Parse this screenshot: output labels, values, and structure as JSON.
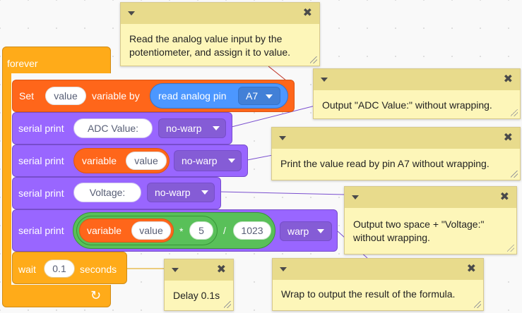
{
  "forever_block": {
    "label": "forever"
  },
  "set_block": {
    "set_label": "Set",
    "variable_name": "value",
    "variable_by_label": "variable by",
    "read_label": "read analog pin",
    "pin_value": "A7"
  },
  "serial_print_1": {
    "label": "serial print",
    "text_value": "ADC Value:",
    "mode": "no-warp"
  },
  "serial_print_2": {
    "label": "serial print",
    "variable_label": "variable",
    "variable_name": "value",
    "mode": "no-warp"
  },
  "serial_print_3": {
    "label": "serial print",
    "text_value": "Voltage:",
    "mode": "no-warp"
  },
  "serial_print_4": {
    "label": "serial print",
    "variable_label": "variable",
    "variable_name": "value",
    "times_op": "*",
    "multiplier": "5",
    "divide_op": "/",
    "divisor": "1023",
    "mode": "warp"
  },
  "wait_block": {
    "label": "wait",
    "value": "0.1",
    "unit": "seconds"
  },
  "notes": {
    "note1": "Read the analog value input by the potentiometer, and assign it to value.",
    "note2": "Output \"ADC Value:\" without wrapping.",
    "note3": "Print the value read by pin A7 without wrapping.",
    "note4": "Output two space + \"Voltage:\" without wrapping.",
    "note5": "Delay 0.1s",
    "note6": "Wrap to output the result of the formula."
  },
  "colors": {
    "control": "#ffab19",
    "data": "#ff661a",
    "sensing": "#4c97ff",
    "serial": "#9966ff",
    "operator": "#59c059",
    "note": "#fdf6b9"
  },
  "icons": {
    "collapse": "triangle-down-icon",
    "close": "close-x-icon",
    "resize": "resize-grip-icon",
    "loop": "loop-arrow-icon",
    "dropdown": "caret-down-icon"
  }
}
